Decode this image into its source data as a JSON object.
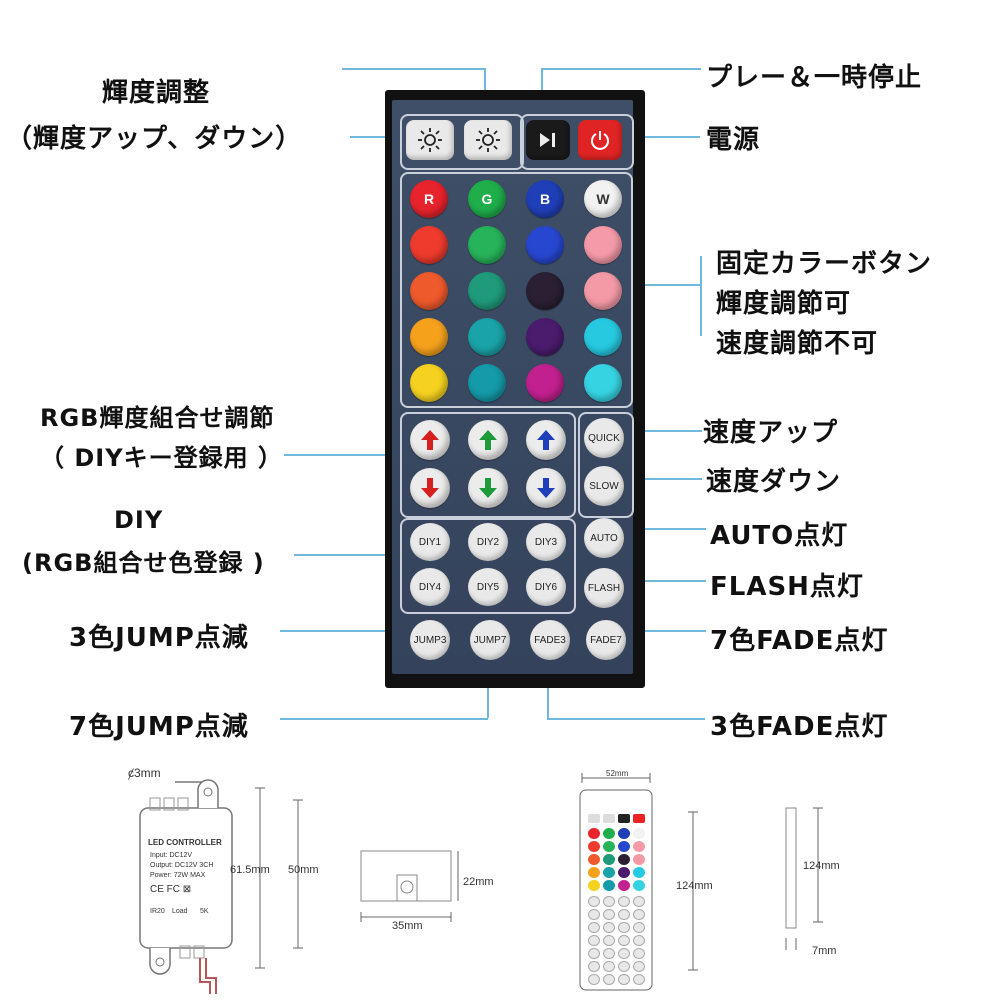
{
  "labels": {
    "brightness_title": "輝度調整",
    "brightness_sub": "（輝度アップ、ダウン）",
    "play_pause": "プレー＆一時停止",
    "power": "電源",
    "fixed_color_1": "固定カラーボタン",
    "fixed_color_2": "輝度調節可",
    "fixed_color_3": "速度調節不可",
    "rgb_adjust_1": "RGB輝度組合せ調節",
    "rgb_adjust_2": "（ DIYキー登録用 ）",
    "speed_up": "速度アップ",
    "speed_down": "速度ダウン",
    "diy_1": "DIY",
    "diy_2": "(RGB組合せ色登録 )",
    "auto_on": "AUTO点灯",
    "flash_on": "FLASH点灯",
    "jump3": "3色JUMP点減",
    "fade7": "7色FADE点灯",
    "jump7": "7色JUMP点減",
    "fade3": "3色FADE点灯"
  },
  "remote": {
    "top_row": [
      "R",
      "G",
      "B",
      "W"
    ],
    "colors": [
      [
        "#e8232c",
        "#1fae4a",
        "#1f3fb8",
        "#f2f2f2"
      ],
      [
        "#ef3b2d",
        "#27b35a",
        "#2747d0",
        "#f59aa8"
      ],
      [
        "#ef5a2c",
        "#1f9a7a",
        "#2a1f33",
        "#f49aa6"
      ],
      [
        "#f5a11c",
        "#1aa3a8",
        "#4b1b6e",
        "#26c9e0"
      ],
      [
        "#f5d21f",
        "#149aa8",
        "#c2208f",
        "#36d4e3"
      ]
    ],
    "arrows_up": [
      "#d62020",
      "#1f9a3a",
      "#1f3fb8"
    ],
    "arrows_down": [
      "#d62020",
      "#1f9a3a",
      "#1f3fb8"
    ],
    "quick": "QUICK",
    "slow": "SLOW",
    "diy_keys": [
      "DIY1",
      "DIY2",
      "DIY3",
      "DIY4",
      "DIY5",
      "DIY6"
    ],
    "auto": "AUTO",
    "flash": "FLASH",
    "bottom_keys": [
      "JUMP3",
      "JUMP7",
      "FADE3",
      "FADE7"
    ]
  },
  "dimensions": {
    "hole": "ȼ3mm",
    "ctrl_title": "LED CONTROLLER",
    "ctrl_input": "Input: DC12V",
    "ctrl_output": "Output: DC12V 3CH",
    "ctrl_power": "Power: 72W MAX",
    "ctrl_marks": "CE FC ⊠",
    "ctrl_ports": [
      "IR20",
      "Load",
      "5K"
    ],
    "h_615": "61.5mm",
    "h_50": "50mm",
    "h_22": "22mm",
    "w_35": "35mm",
    "w_52": "52mm",
    "h_124a": "124mm",
    "h_124b": "124mm",
    "d_7": "7mm"
  },
  "colors": {
    "accent_line": "#6fb7dc",
    "remote_body": "#111111",
    "remote_face": "#3b4a62"
  }
}
